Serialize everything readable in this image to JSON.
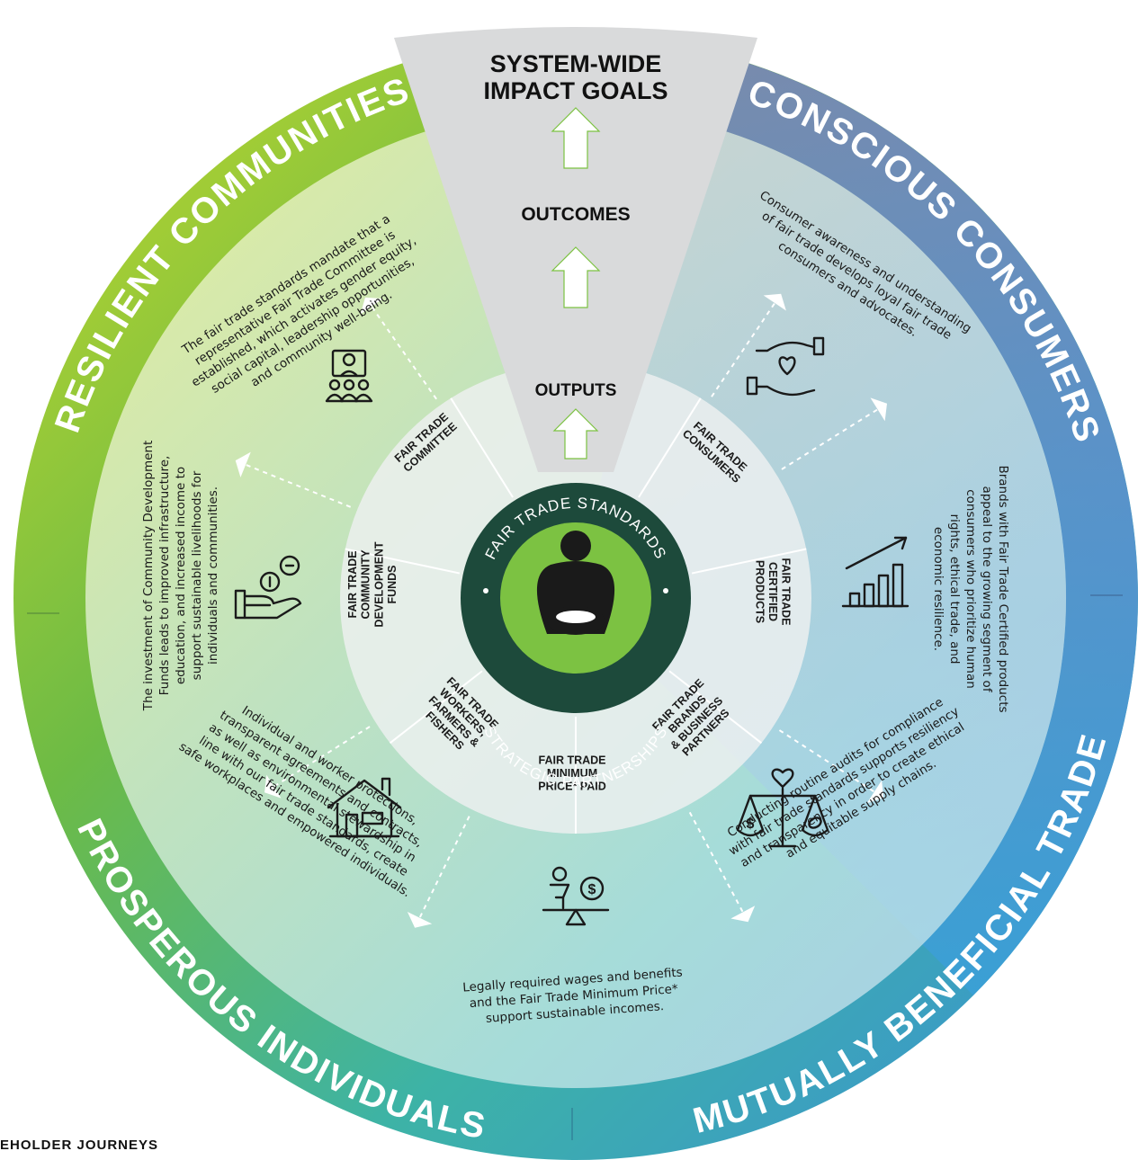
{
  "funnel": {
    "goals_line1": "SYSTEM-WIDE",
    "goals_line2": "IMPACT GOALS",
    "outcomes": "OUTCOMES",
    "outputs": "OUTPUTS"
  },
  "center": {
    "top_text": "FAIR TRADE STANDARDS",
    "bottom_text": "STRATEGIC PARTNERSHIPS",
    "colors": {
      "outer": "#1d4a3b",
      "green": "#7cc242",
      "figure": "#1a1a1a"
    }
  },
  "goals": [
    {
      "key": "resilient",
      "title": "RESILIENT COMMUNITIES",
      "color": "#74b944"
    },
    {
      "key": "conscious",
      "title": "CONSCIOUS CONSUMERS",
      "color": "#6f7cbf"
    },
    {
      "key": "mutual",
      "title": "MUTUALLY BENEFICIAL TRADE",
      "color": "#4a96d2"
    },
    {
      "key": "prosperous",
      "title": "PROSPEROUS INDIVIDUALS",
      "color": "#3fae9c"
    }
  ],
  "outputs": [
    {
      "key": "committee",
      "lines": [
        "FAIR TRADE",
        "COMMITTEE"
      ]
    },
    {
      "key": "consumers",
      "lines": [
        "FAIR TRADE",
        "CONSUMERS"
      ]
    },
    {
      "key": "products",
      "lines": [
        "FAIR TRADE",
        "CERTIFIED",
        "PRODUCTS"
      ]
    },
    {
      "key": "brands",
      "lines": [
        "FAIR TRADE",
        "BRANDS",
        "& BUSINESS",
        "PARTNERS"
      ]
    },
    {
      "key": "price",
      "lines": [
        "FAIR TRADE",
        "MINIMUM",
        "PRICE* PAID"
      ]
    },
    {
      "key": "workers",
      "lines": [
        "FAIR TRADE",
        "WORKERS,",
        "FARMERS &",
        "FISHERS"
      ]
    },
    {
      "key": "funds",
      "lines": [
        "FAIR TRADE",
        "COMMUNITY",
        "DEVELOPMENT",
        "FUNDS"
      ]
    }
  ],
  "outcomes": [
    {
      "key": "committee",
      "icon": "video-meeting-icon",
      "lines": [
        "The fair trade standards mandate that a",
        "representative Fair Trade Committee is",
        "established, which activates gender equity,",
        "social capital, leadership opportunities,",
        "and community well-being."
      ]
    },
    {
      "key": "consumers",
      "icon": "hands-heart-icon",
      "lines": [
        "Consumer awareness and understanding",
        "of fair trade develops loyal fair trade",
        "consumers and advocates."
      ]
    },
    {
      "key": "products",
      "icon": "growth-chart-icon",
      "lines": [
        "Brands with Fair Trade Certified products",
        "appeal to the growing segment of",
        "consumers who prioritize human",
        "rights, ethical trade, and",
        "economic resilience."
      ]
    },
    {
      "key": "brands",
      "icon": "balance-scale-icon",
      "lines": [
        "Conducting routine audits for compliance",
        "with fair trade standards supports resiliency",
        "and transparency in order to create ethical",
        "and equitable supply chains."
      ]
    },
    {
      "key": "price",
      "icon": "person-money-balance-icon",
      "lines": [
        "Legally required wages and benefits",
        "and the Fair Trade Minimum Price*",
        "support sustainable incomes."
      ]
    },
    {
      "key": "workers",
      "icon": "house-icon",
      "lines": [
        "Individual and worker protections,",
        "transparent agreements and contracts,",
        "as well as environmental stewardship in",
        "line with our fair trade standards, create",
        "safe workplaces and empowered individuals."
      ]
    },
    {
      "key": "funds",
      "icon": "hand-coins-icon",
      "lines": [
        "The investment of Community Development",
        "Funds leads to improved infrastructure,",
        "education, and increased income to",
        "support sustainable livelihoods for",
        "individuals and communities."
      ]
    }
  ],
  "footer": {
    "label": "EHOLDER JOURNEYS"
  }
}
